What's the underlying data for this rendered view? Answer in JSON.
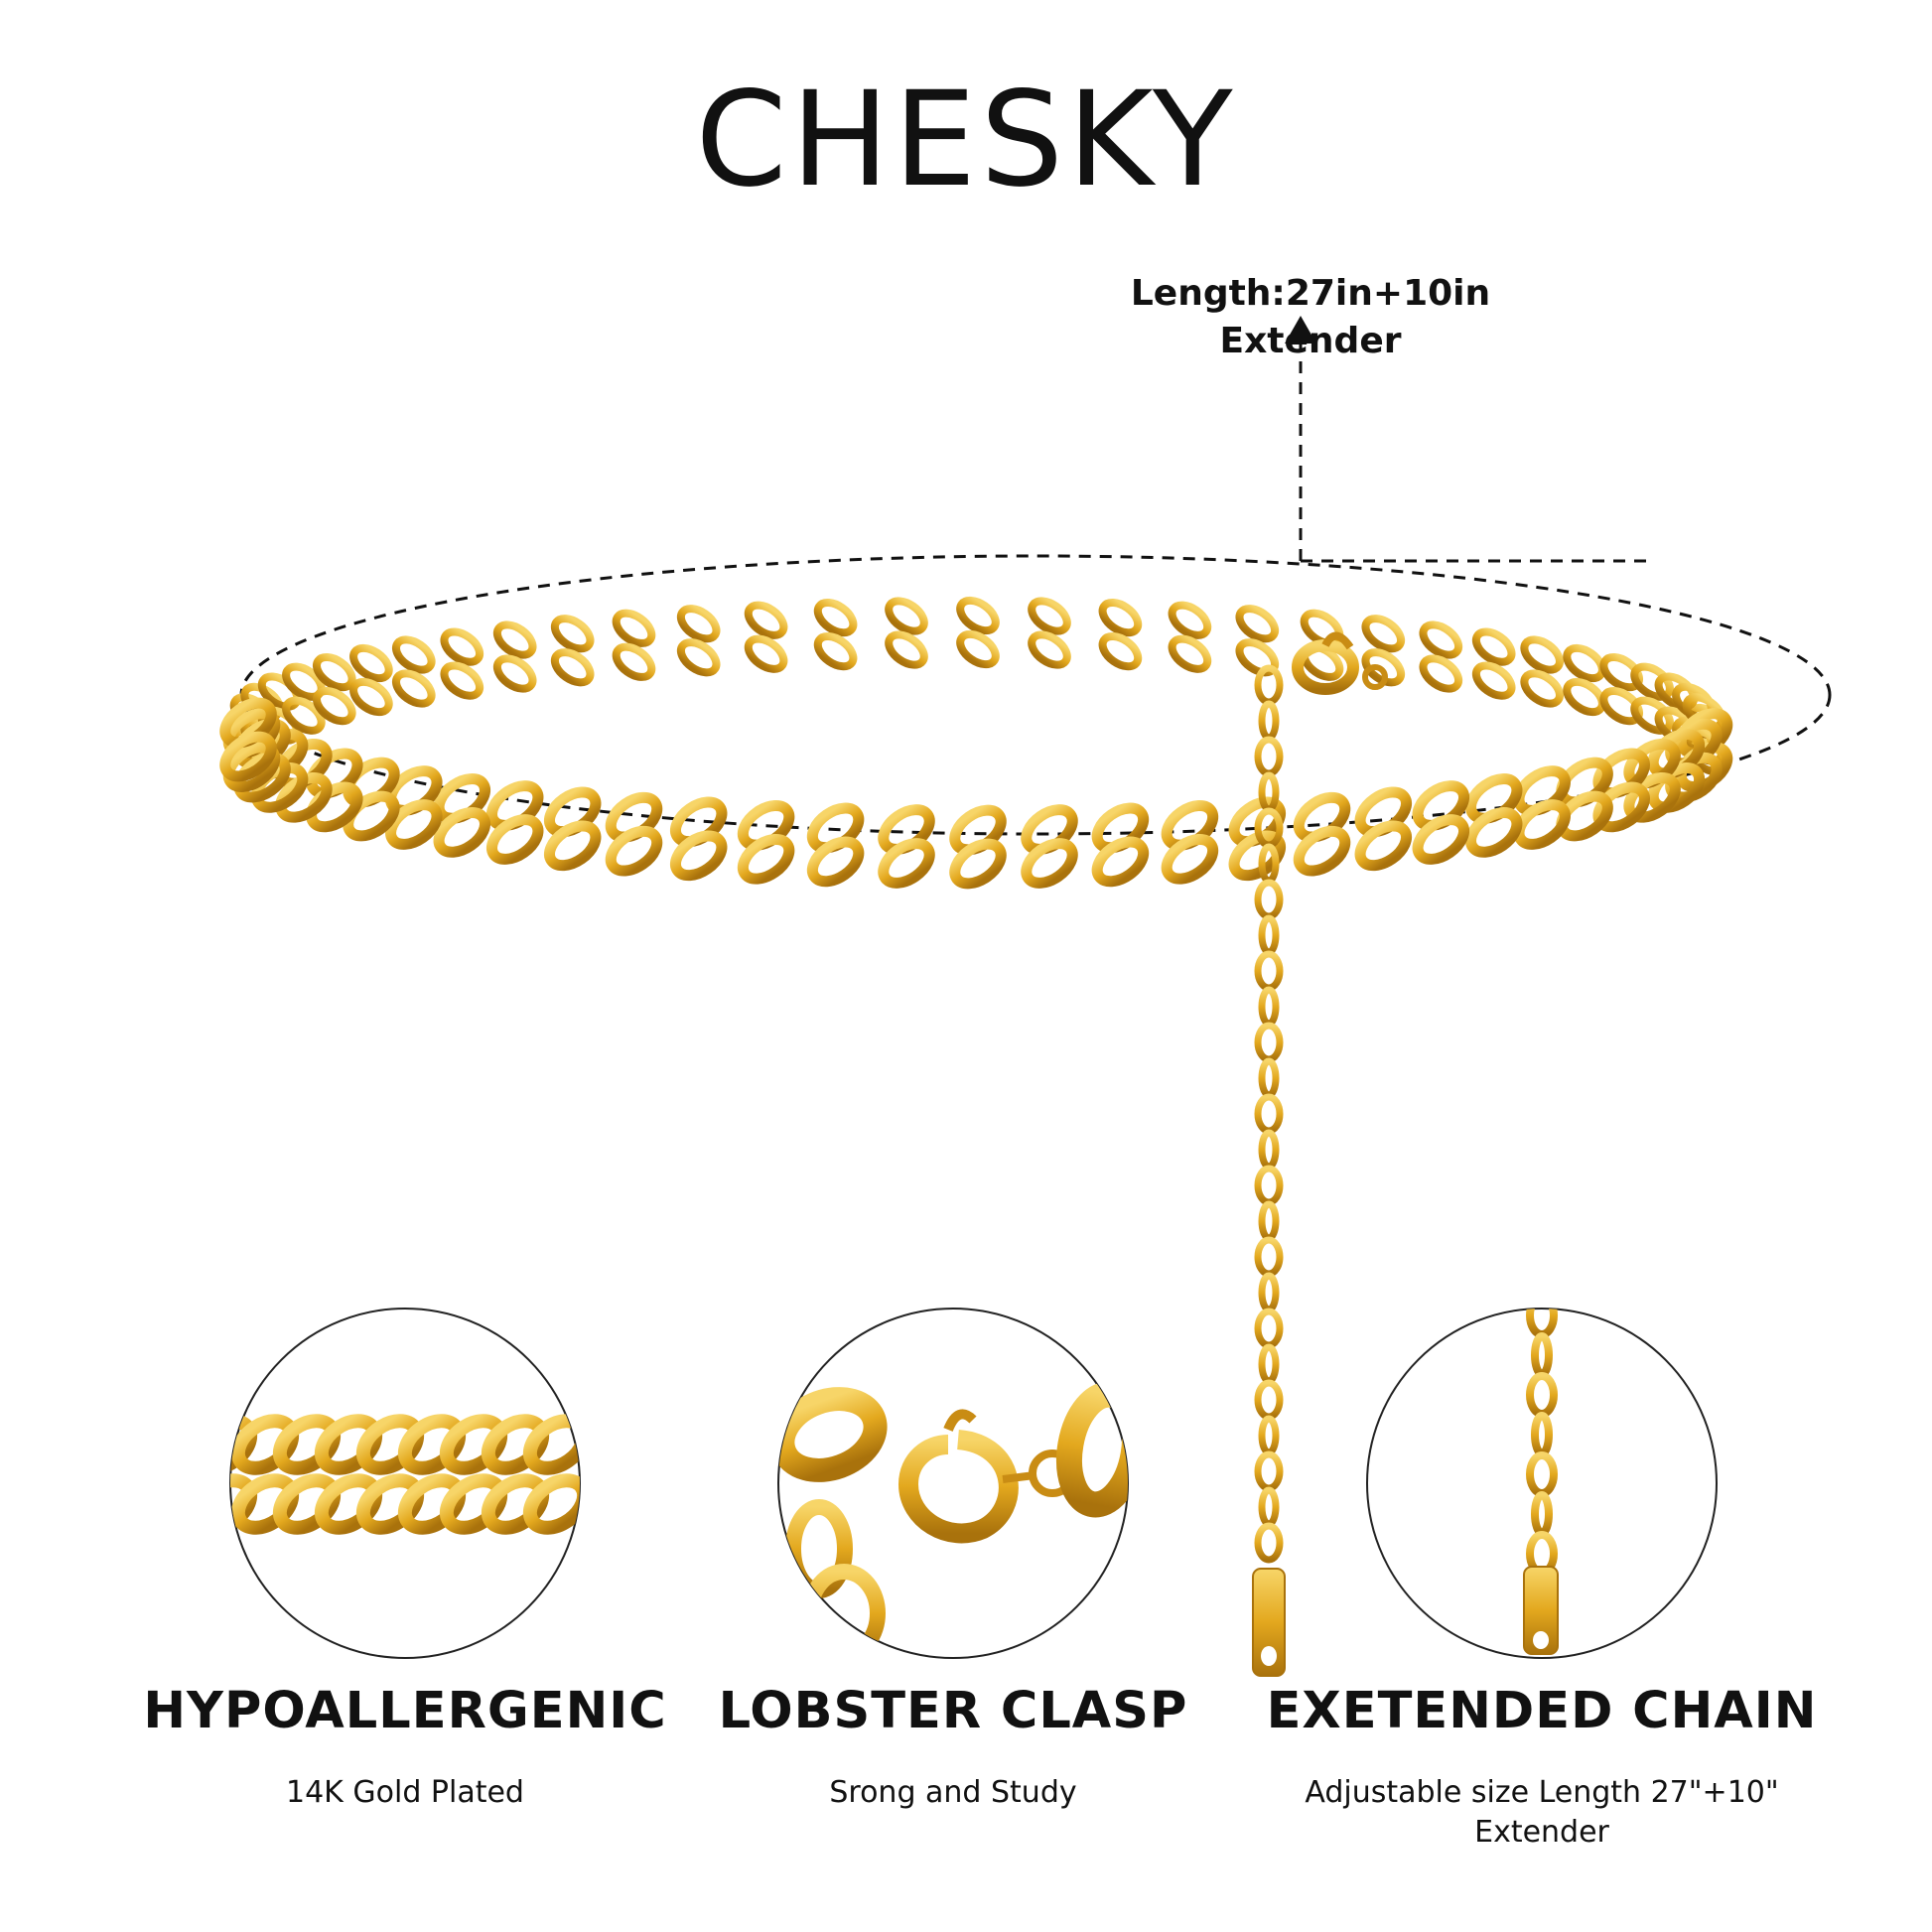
{
  "brand": "CHESKY",
  "length_label": "Length:27in+10in Extender",
  "colors": {
    "gold": "#e3a81e",
    "gold_light": "#f7d568",
    "gold_dark": "#a9720c",
    "ink": "#111111"
  },
  "features": [
    {
      "title": "HYPOALLERGENIC",
      "subtitle": "14K Gold Plated",
      "icon": "curb-chain-closeup"
    },
    {
      "title": "LOBSTER CLASP",
      "subtitle": "Srong and Study",
      "icon": "lobster-clasp-closeup"
    },
    {
      "title": "EXETENDED CHAIN",
      "subtitle": "Adjustable size Length 27\"+10\" Extender",
      "icon": "extender-chain-closeup"
    }
  ]
}
